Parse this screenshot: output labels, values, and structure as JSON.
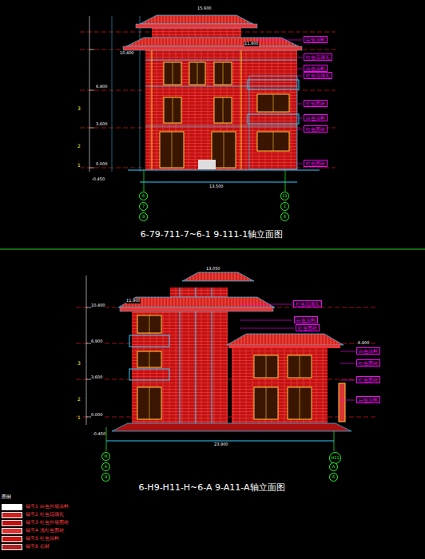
{
  "diagram": {
    "nodes": [
      {
        "text": [
          "红色琉璃瓦"
        ]
      },
      {
        "text": [
          "白色涂料"
        ]
      },
      {
        "text": [
          "红色琉璃瓦"
        ]
      },
      {
        "text": [
          "白色涂料"
        ]
      },
      {
        "text": [
          "红色面砖"
        ]
      },
      {
        "text": [
          "白色涂料"
        ]
      },
      {
        "text": [
          "红色面砖"
        ]
      },
      {
        "text": [
          "红色面砖"
        ]
      },
      {
        "text": [
          "6"
        ]
      },
      {
        "text": [
          "7"
        ]
      },
      {
        "text": [
          "9"
        ]
      },
      {
        "text": [
          "11"
        ]
      },
      {
        "text": [
          "1"
        ]
      },
      {
        "text": [
          "6"
        ]
      },
      {
        "text": [
          "红色琉璃瓦"
        ]
      },
      {
        "text": [
          "白色涂料"
        ]
      },
      {
        "text": [
          "红色面砖"
        ]
      },
      {
        "text": [
          "白色涂料"
        ]
      },
      {
        "text": [
          "红色面砖"
        ]
      },
      {
        "text": [
          "红色面砖"
        ]
      },
      {
        "text": [
          "白色涂料"
        ]
      },
      {
        "text": [
          "H"
        ]
      },
      {
        "text": [
          "A"
        ]
      },
      {
        "text": [
          "9"
        ]
      },
      {
        "text": [
          "H11"
        ]
      },
      {
        "text": [
          "A"
        ]
      },
      {
        "text": [
          "6"
        ]
      }
    ],
    "labels": [
      "6-79-711-7~6-1 9-111-1轴立面图",
      "6-H9-H11-H~6-A 9-A11-A轴立面图",
      "15.600",
      "11.900",
      "10.400",
      "6.900",
      "3.600",
      "0.000",
      "-0.450",
      "13.500",
      "3",
      "2",
      "1",
      "13.050",
      "11.900",
      "10.400",
      "6.900",
      "3.600",
      "0.000",
      "-0.450",
      "23.900",
      "6.900",
      "3",
      "2",
      "1",
      "图例"
    ],
    "legend": [
      {
        "text": "编号1 白色外墙涂料",
        "color": "#ffffff"
      },
      {
        "text": "编号2 红色琉璃瓦",
        "color": "#cc2222"
      },
      {
        "text": "编号3 红色外墙面砖",
        "color": "#bb1111"
      },
      {
        "text": "编号4 浅红色面砖",
        "color": "#dd3333"
      },
      {
        "text": "编号5 红色涂料",
        "color": "#cc1111"
      },
      {
        "text": "编号6 石材",
        "color": "#aa2222"
      }
    ]
  }
}
